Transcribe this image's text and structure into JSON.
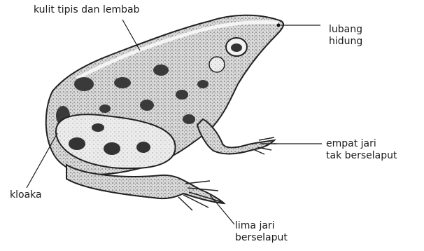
{
  "labels": {
    "skin": "kulit tipis dan lembab",
    "nostril": [
      "lubang",
      "hidung"
    ],
    "front_foot": [
      "empat jari",
      "tak berselaput"
    ],
    "cloaca": "kloaka",
    "hind_foot": [
      "lima jari",
      "berselaput"
    ]
  }
}
